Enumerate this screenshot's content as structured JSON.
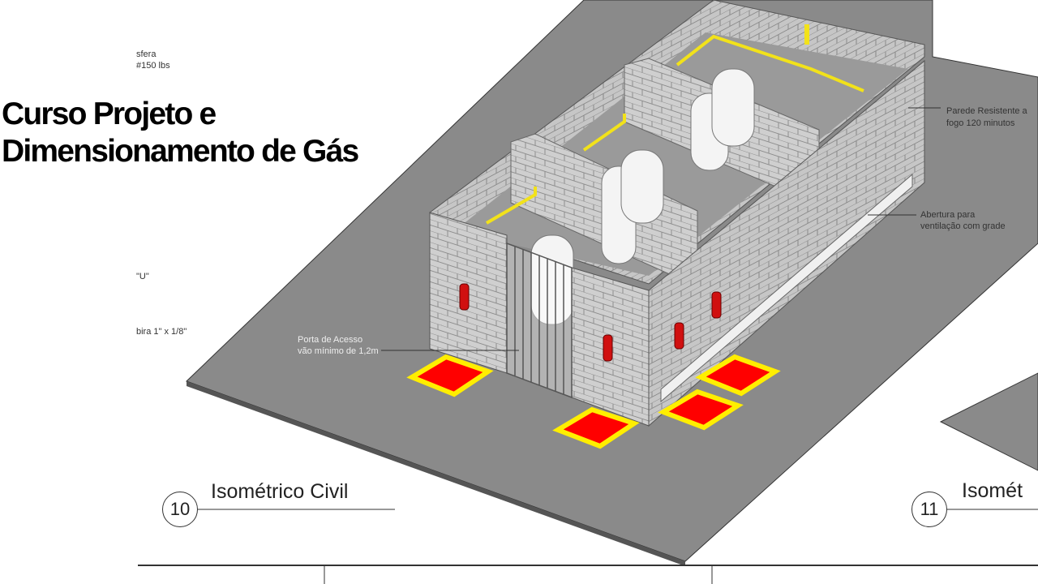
{
  "title": {
    "line1": "Curso Projeto e",
    "line2": "Dimensionamento de Gás"
  },
  "notes": {
    "esfera": "sfera",
    "lbs": "#150 lbs",
    "u": "\"U\"",
    "bira": "bira 1\" x 1/8\"",
    "parede1": "Parede Resistente a",
    "parede2": "fogo 120 minutos",
    "abertura1": "Abertura para",
    "abertura2": "ventilação com  grade",
    "porta1": "Porta de Acesso",
    "porta2": "vão mínimo de 1,2m"
  },
  "captions": [
    {
      "number": "10",
      "label": "Isométrico Civil"
    },
    {
      "number": "11",
      "label": "Isomét"
    }
  ],
  "colors": {
    "slab": "#8a8a8a",
    "wall": "#c9c9c9",
    "pipe": "#f2e21a",
    "extinguisher": "#d01010",
    "pad_fill": "#ff0000",
    "pad_border": "#ffee00"
  }
}
